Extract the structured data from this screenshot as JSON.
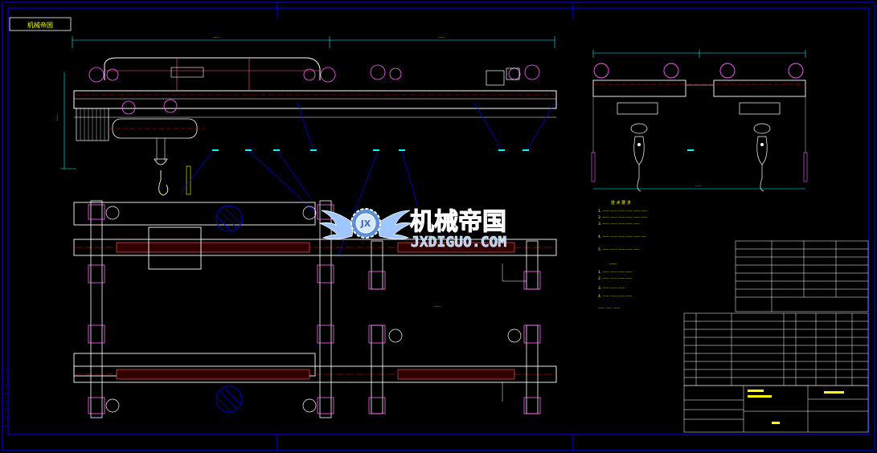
{
  "title_box": {
    "label": "机械帝国"
  },
  "watermark": {
    "cn": "机械帝国",
    "en": "JXDIGUO.COM",
    "logo_text": "JX"
  },
  "notes": {
    "heading": "技 术 要 求",
    "lines": [
      "1. ----- ----- ----- ----- ----- -----",
      "2. ----- ----- ----- ----- ----- -----",
      "3. ----- ----- ----- ----- -----",
      "4. ----- ----- ----- ----- ----- ----",
      "5. ----- ----- ----- ----- -----"
    ],
    "heading2": "-----",
    "lines2": [
      "1. ----- ----- ----- -----",
      "2. ----- ----- ----- -----",
      "3. ----- ----- -----",
      "4. ----- ----- ----- -----",
      "----- ----- -----"
    ]
  },
  "colors": {
    "frame": "#0000ff",
    "steel": "#ffffff",
    "center": "#ff0000",
    "dim": "#00ffff",
    "wheel": "#ff66ff",
    "text": "#ffff00",
    "hatch": "#0000cc"
  }
}
